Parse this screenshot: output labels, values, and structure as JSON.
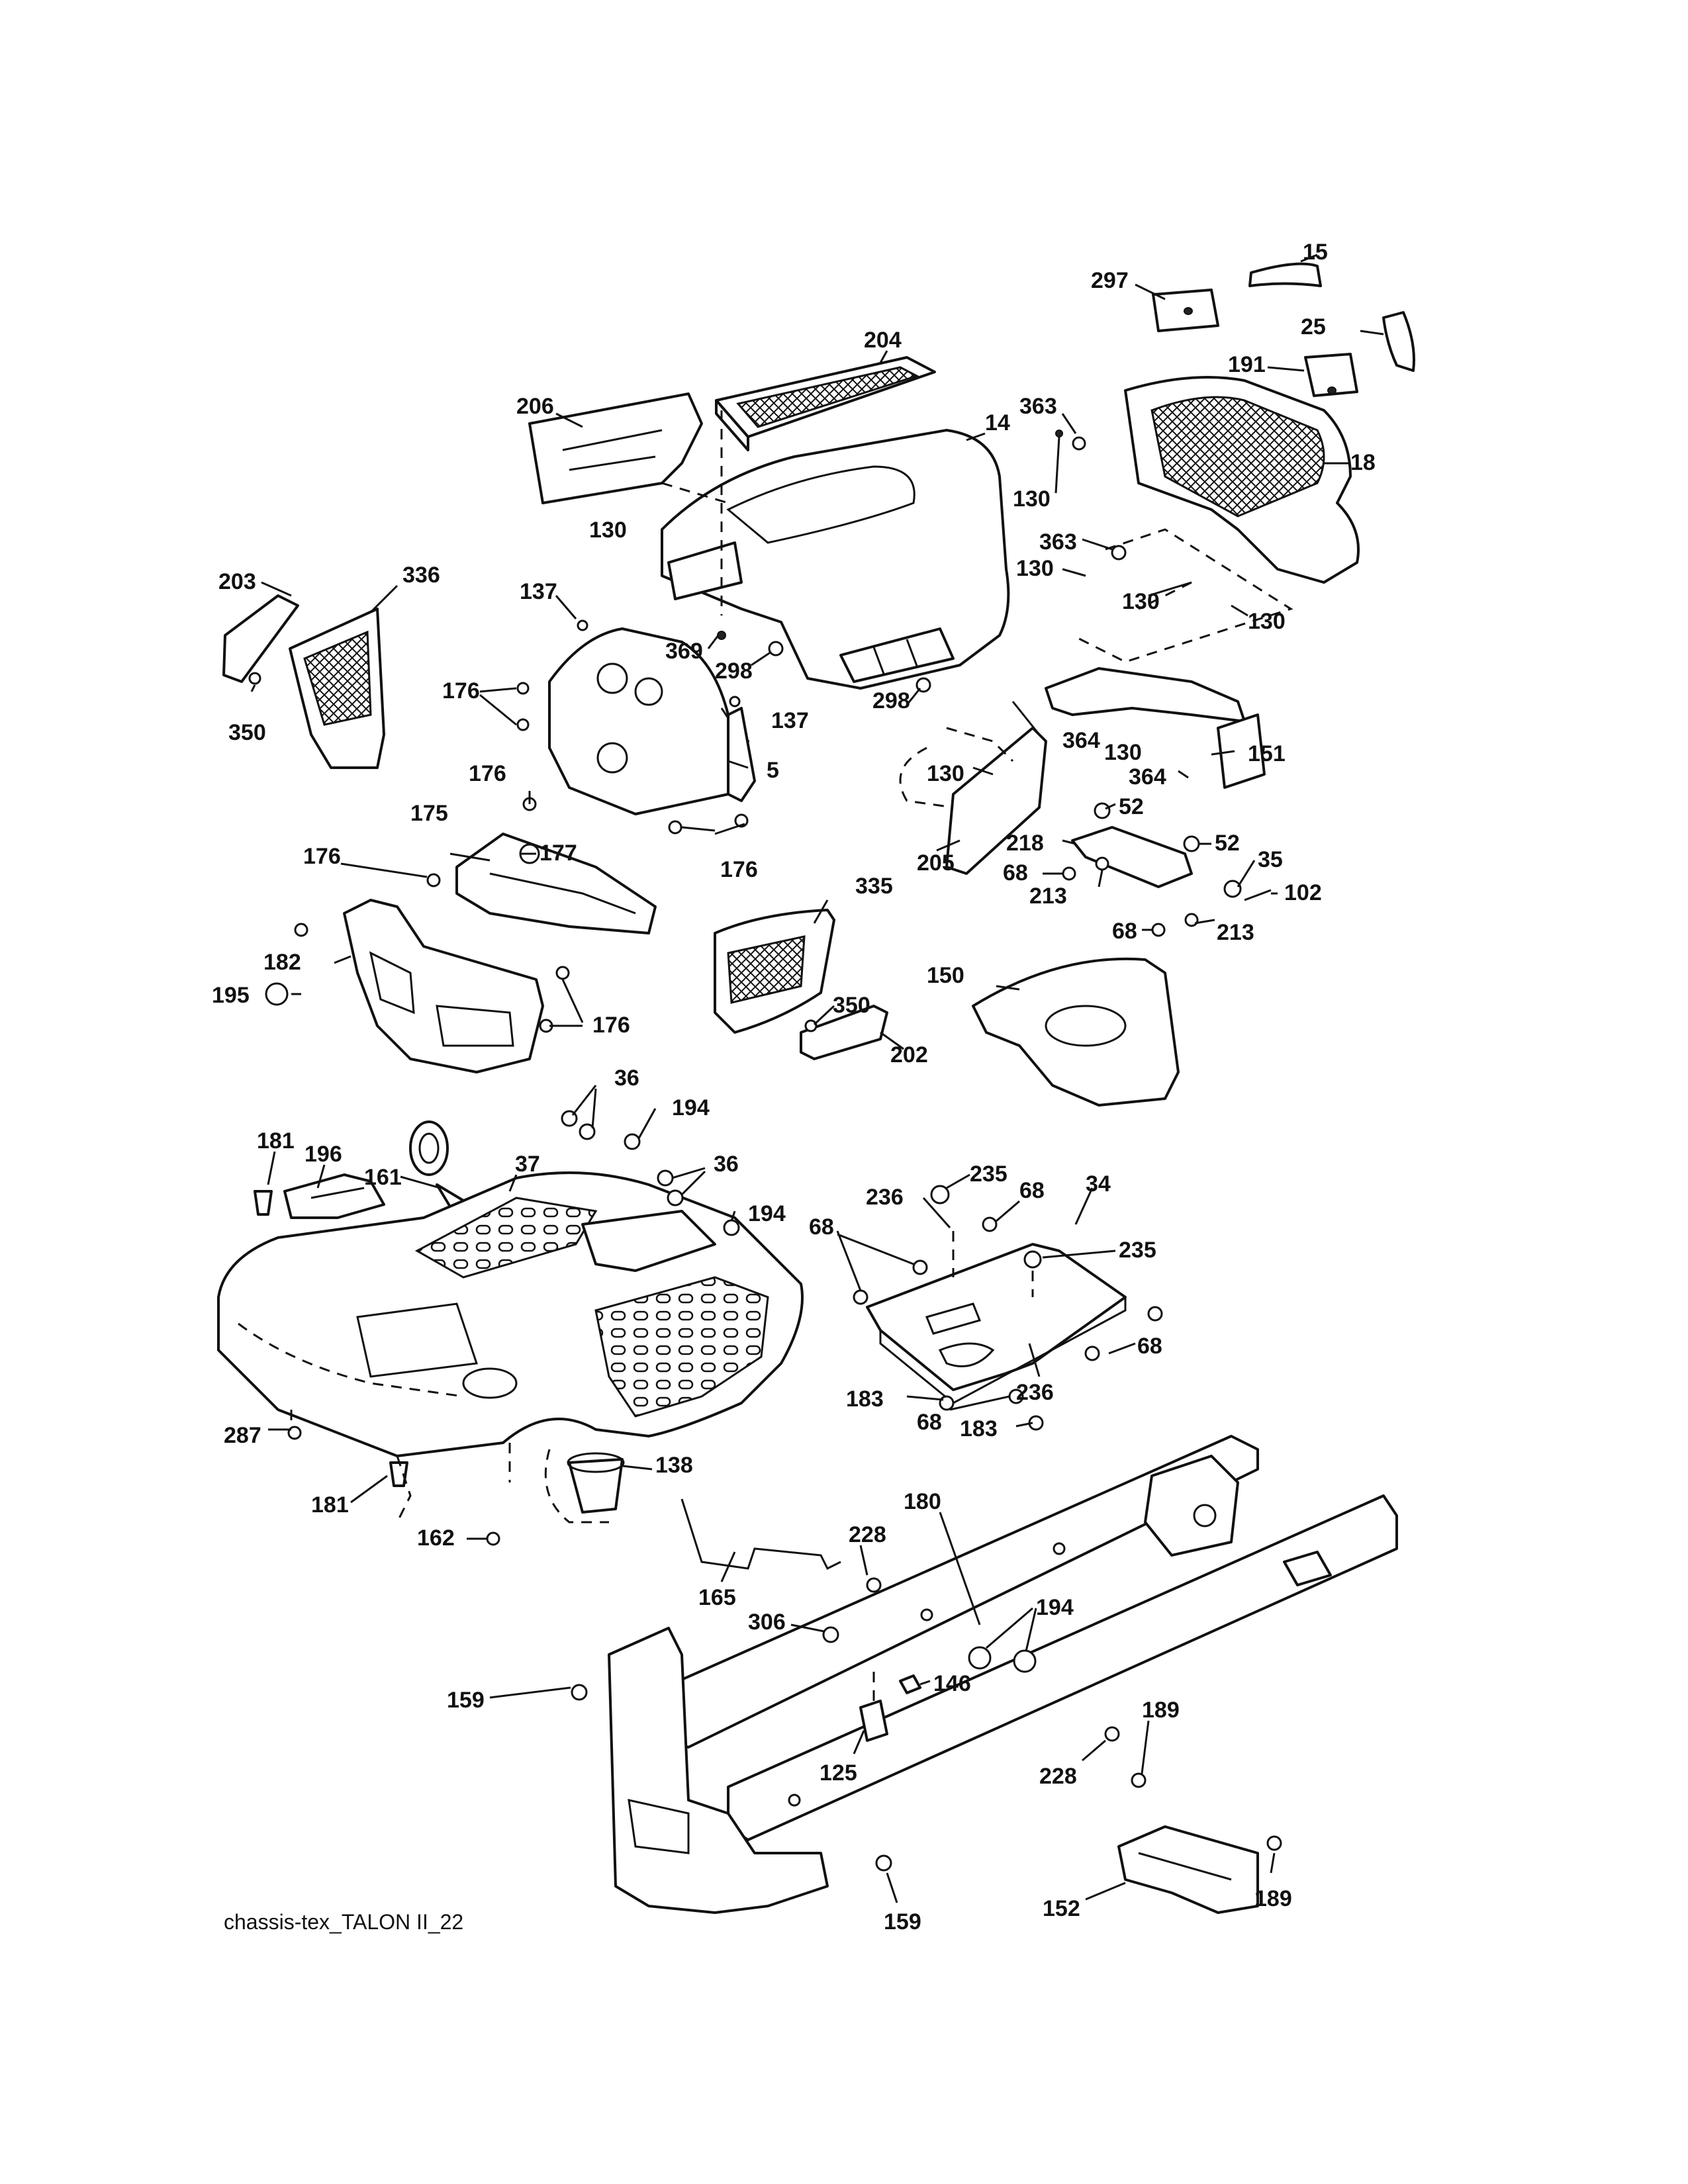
{
  "caption": "chassis-tex_TALON II_22",
  "callouts": {
    "c15": "15",
    "c297": "297",
    "c25": "25",
    "c191": "191",
    "c204": "204",
    "c206": "206",
    "c14": "14",
    "c363a": "363",
    "c18": "18",
    "c130a": "130",
    "c130b": "130",
    "c363b": "363",
    "c130c": "130",
    "c130d": "130",
    "c130e": "130",
    "c203": "203",
    "c336": "336",
    "c137a": "137",
    "c369": "369",
    "c298a": "298",
    "c298b": "298",
    "c176a": "176",
    "c137b": "137",
    "c350a": "350",
    "c364a": "364",
    "c130f": "130",
    "c151": "151",
    "c5": "5",
    "c176b": "176",
    "c130g": "130",
    "c364b": "364",
    "c52a": "52",
    "c175": "175",
    "c177": "177",
    "c218": "218",
    "c52b": "52",
    "c35": "35",
    "c176c": "176",
    "c176d": "176",
    "c205": "205",
    "c68a": "68",
    "c213a": "213",
    "c102": "102",
    "c335": "335",
    "c68b": "68",
    "c213b": "213",
    "c182": "182",
    "c195": "195",
    "c150": "150",
    "c350b": "350",
    "c176e": "176",
    "c202": "202",
    "c36a": "36",
    "c194a": "194",
    "c181a": "181",
    "c196": "196",
    "c37": "37",
    "c36b": "36",
    "c161": "161",
    "c194b": "194",
    "c235a": "235",
    "c236a": "236",
    "c68c": "68",
    "c34": "34",
    "c68d": "68",
    "c235b": "235",
    "c68e": "68",
    "c236b": "236",
    "c183a": "183",
    "c68f": "68",
    "c183b": "183",
    "c287": "287",
    "c138": "138",
    "c181b": "181",
    "c162": "162",
    "c180": "180",
    "c228a": "228",
    "c165": "165",
    "c306": "306",
    "c194c": "194",
    "c146": "146",
    "c159a": "159",
    "c189a": "189",
    "c125": "125",
    "c228b": "228",
    "c152": "152",
    "c159b": "159",
    "c189b": "189"
  }
}
